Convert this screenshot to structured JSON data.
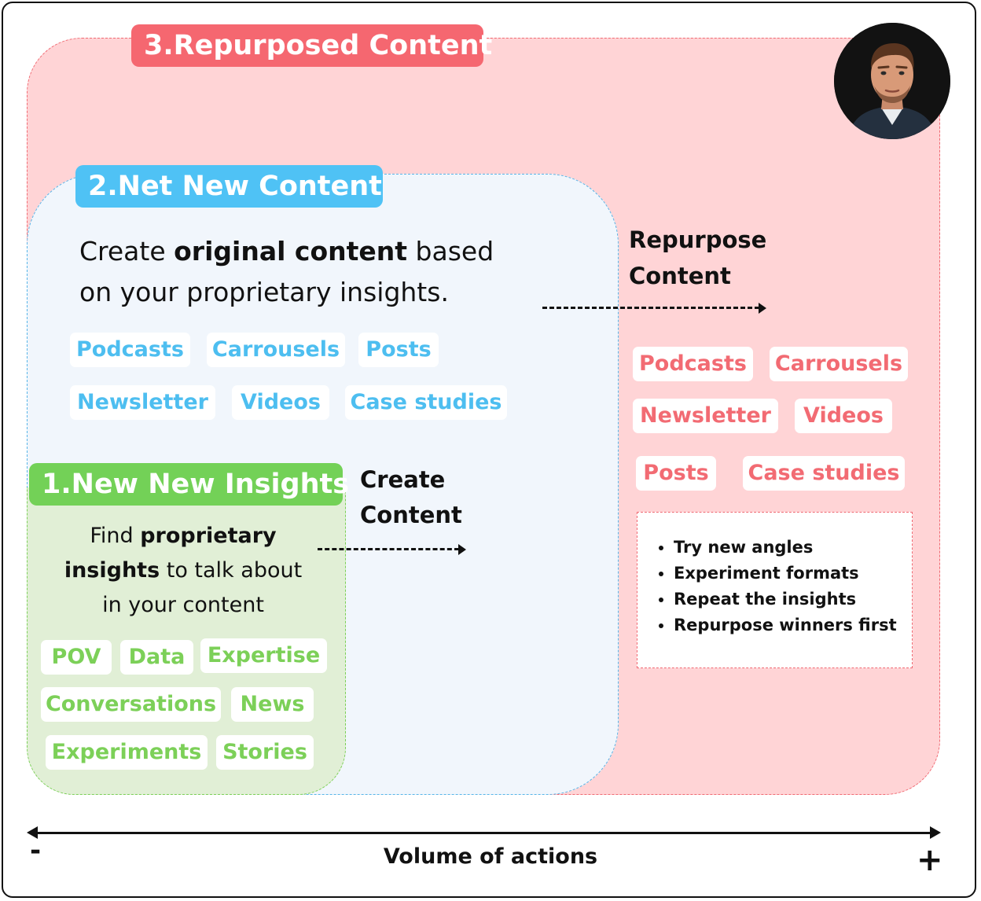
{
  "zones": {
    "repurposed": {
      "title": "3.Repurposed Content",
      "action_label_line1": "Repurpose",
      "action_label_line2": "Content",
      "chips": [
        "Podcasts",
        "Carrousels",
        "Newsletter",
        "Videos",
        "Posts",
        "Case studies"
      ],
      "tips": [
        "Try new angles",
        "Experiment formats",
        "Repeat the insights",
        "Repurpose winners first"
      ]
    },
    "net_new": {
      "title": "2.Net New Content",
      "desc_pre": "Create ",
      "desc_bold": "original content",
      "desc_post": " based",
      "desc_line2": "on your proprietary insights.",
      "chips": [
        "Podcasts",
        "Carrousels",
        "Posts",
        "Newsletter",
        "Videos",
        "Case studies"
      ]
    },
    "insights": {
      "title": "1.New New Insights",
      "desc_pre": "Find ",
      "desc_bold1": "proprietary",
      "desc_bold2": "insights",
      "desc_mid": " to talk about",
      "desc_line3": "in your content",
      "action_label_line1": "Create",
      "action_label_line2": "Content",
      "chips": [
        "POV",
        "Data",
        "Expertise",
        "Conversations",
        "News",
        "Experiments",
        "Stories"
      ]
    }
  },
  "axis": {
    "label": "Volume of actions",
    "min_symbol": "-",
    "max_symbol": "+"
  },
  "colors": {
    "red": "#f56770",
    "blue": "#4fc2f5",
    "green": "#73d157"
  }
}
